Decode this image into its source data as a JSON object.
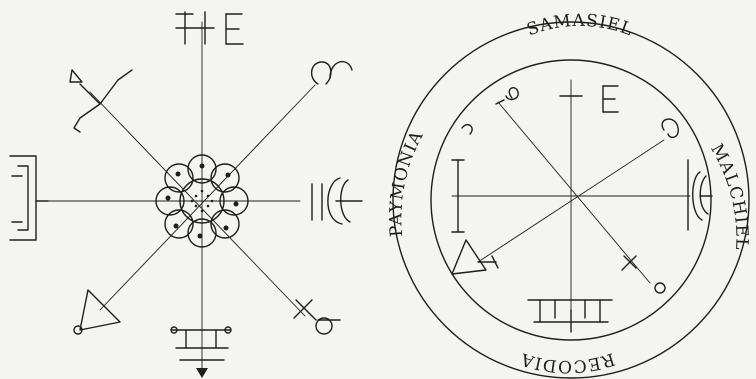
{
  "seal": {
    "ring_names": {
      "top": "SAMASIEL",
      "right": "MALCHIEL",
      "bottom": "RECODIA",
      "left": "PAYMONIA"
    }
  },
  "colors": {
    "paper": "#f4f4f0",
    "ink": "#1e1e1e"
  }
}
